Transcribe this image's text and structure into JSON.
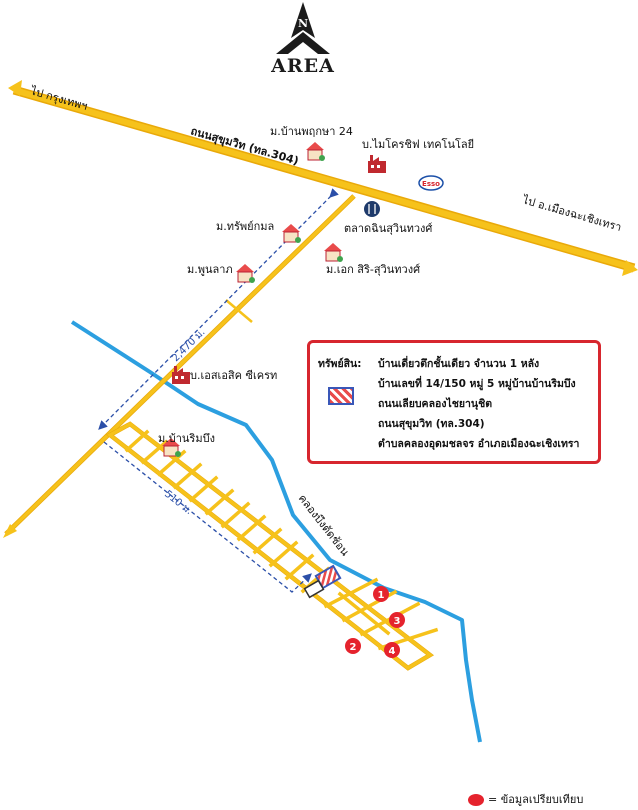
{
  "compass": {
    "north": "N",
    "brand": "AREA"
  },
  "roads": {
    "main": "ถนนสุขุมวิท (ทล.304)",
    "to_west": "ไป กรุงเทพฯ",
    "to_east": "ไป อ.เมืองฉะเชิงเทรา"
  },
  "places": {
    "pruksa": "ม.บ้านพฤกษา 24",
    "microchip": "บ.ไมโครชิฟ เทคโนโลยี",
    "market": "ตลาดฉินสุวินทวงศ์",
    "sapkamon": "ม.ทรัพย์กมล",
    "phunlap": "ม.พูนลาภ",
    "ek": "ม.เอก สิริ-สุวินทวงศ์",
    "sasc": "บ.เอสเอสิค ซีเครท",
    "rimbueng": "ม.บ้านริมบึง",
    "canal": "คลองบึงตัดช้อน",
    "esso": "Esso"
  },
  "distances": {
    "long": "2,470 ม.",
    "short": "510 ม."
  },
  "comparables": [
    "1",
    "2",
    "3",
    "4"
  ],
  "property": {
    "title": "ทรัพย์สิน:",
    "line1": "บ้านเดี่ยวตึกชั้นเดียว จำนวน 1 หลัง",
    "line2": "บ้านเลขที่ 14/150 หมู่ 5  หมู่บ้านบ้านริมบึง",
    "line3": "ถนนเลียบคลองไชยานุชิต",
    "line4": "ถนนสุขุมวิท (ทล.304)",
    "line5": "ตำบลคลองอุดมชลจร อำเภอเมืองฉะเชิงเทรา"
  },
  "legend": {
    "label": "= ข้อมูลเปรียบเทียบ"
  },
  "colors": {
    "road": "#f6c21b",
    "road_edge": "#e9a90a",
    "canal": "#2c9fe0",
    "dim": "#2b4fa8",
    "marker": "#e5232d",
    "box": "#d7262e"
  }
}
